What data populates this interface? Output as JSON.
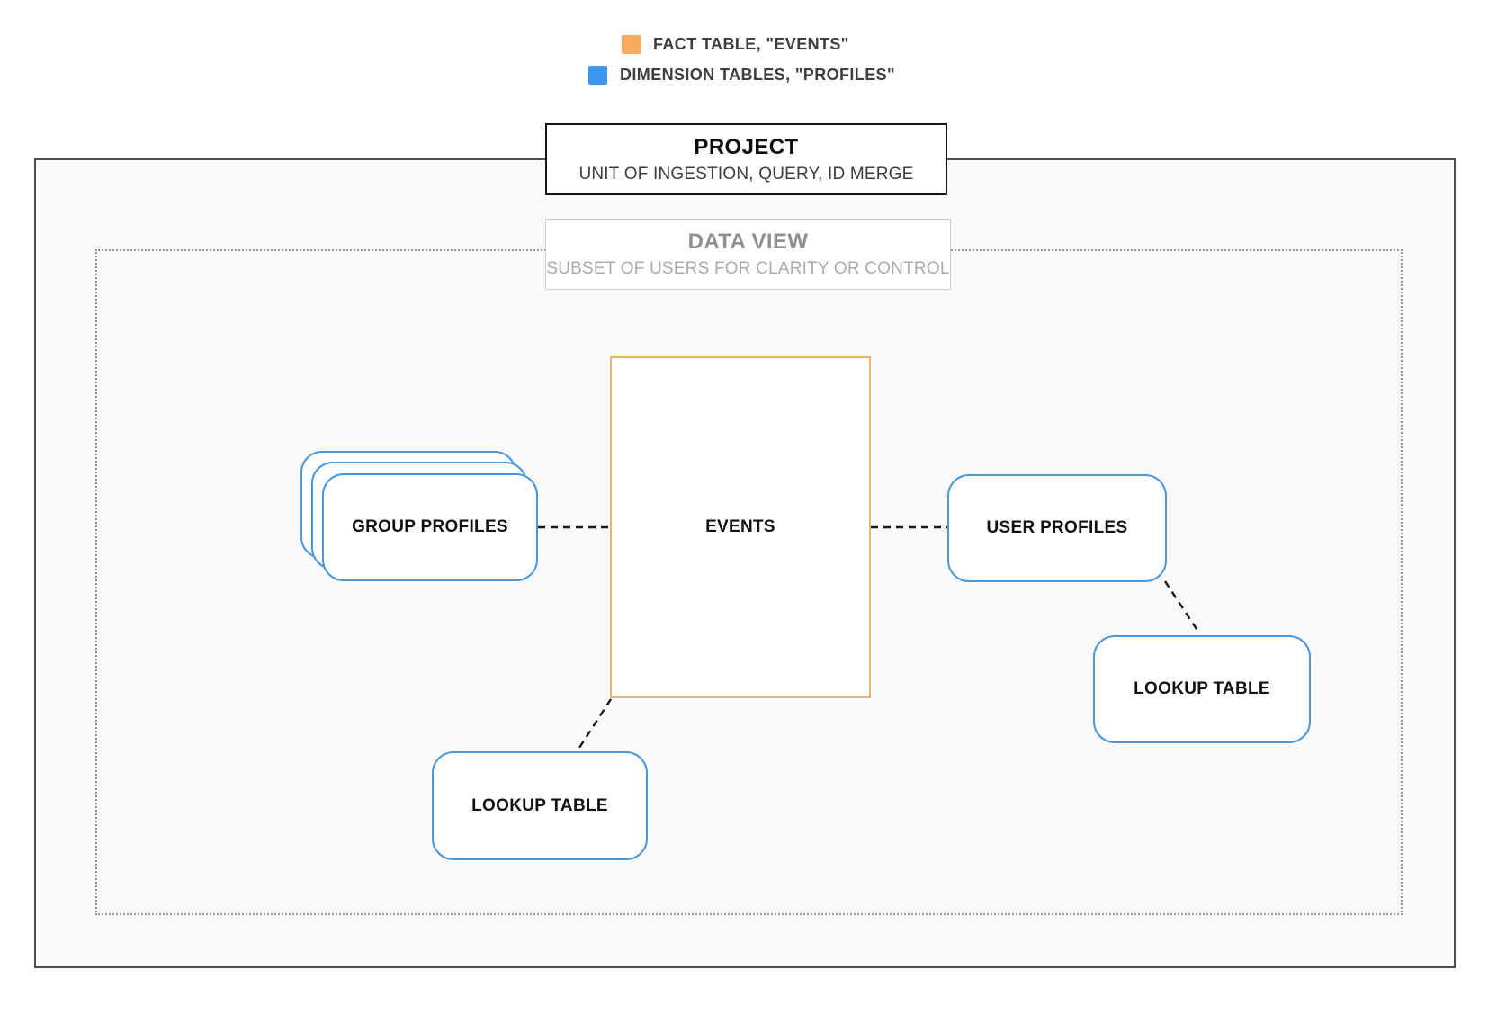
{
  "legend": {
    "items": [
      {
        "name": "fact-table",
        "label": "FACT TABLE, \"EVENTS\"",
        "color": "#f5ac61"
      },
      {
        "name": "dimension-tables",
        "label": "DIMENSION TABLES, \"PROFILES\"",
        "color": "#3b97ee"
      }
    ]
  },
  "frames": {
    "project": {
      "title": "PROJECT",
      "subtitle": "UNIT OF INGESTION, QUERY, ID MERGE"
    },
    "data_view": {
      "title": "DATA VIEW",
      "subtitle": "SUBSET OF USERS FOR CLARITY OR CONTROL"
    }
  },
  "nodes": {
    "events": {
      "label": "EVENTS",
      "type": "fact"
    },
    "group_profiles": {
      "label": "GROUP PROFILES",
      "type": "dimension",
      "stacked": true
    },
    "user_profiles": {
      "label": "USER PROFILES",
      "type": "dimension"
    },
    "lookup_table_bottom": {
      "label": "LOOKUP TABLE",
      "type": "dimension"
    },
    "lookup_table_right": {
      "label": "LOOKUP TABLE",
      "type": "dimension"
    }
  },
  "connections": [
    {
      "from": "group_profiles",
      "to": "events",
      "style": "dashed"
    },
    {
      "from": "events",
      "to": "user_profiles",
      "style": "dashed"
    },
    {
      "from": "events",
      "to": "lookup_table_bottom",
      "style": "dashed"
    },
    {
      "from": "user_profiles",
      "to": "lookup_table_right",
      "style": "dashed"
    }
  ],
  "colors": {
    "fact_border": "#e9b472",
    "dimension_border": "#4a98da",
    "fact_legend": "#f5ac61",
    "dimension_legend": "#3b97ee",
    "outer_frame_border": "#4f4f4f",
    "inner_frame_border": "#979797",
    "connector": "#1a1a1a"
  }
}
